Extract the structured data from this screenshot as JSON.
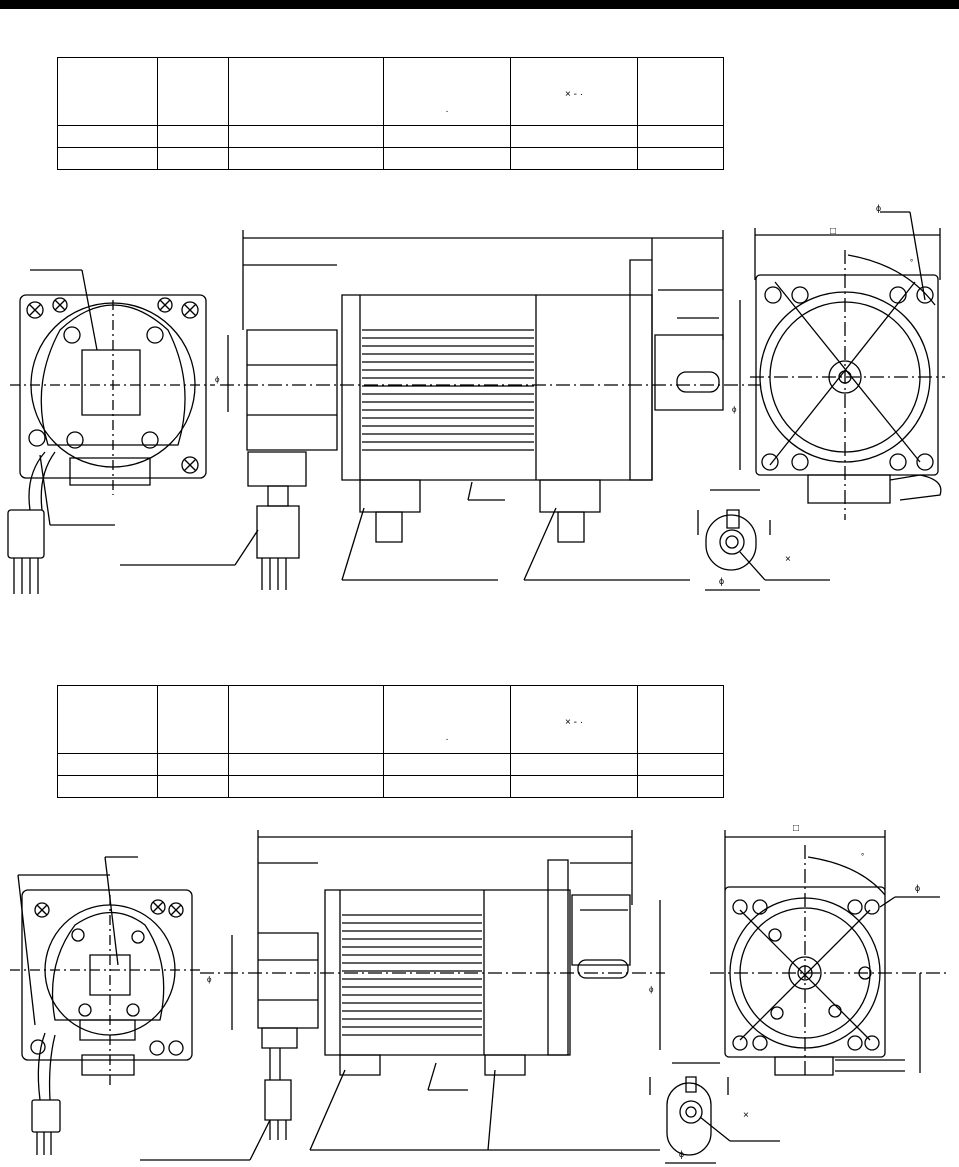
{
  "tables": [
    {
      "name": "spec-table-1",
      "head": [
        "",
        "",
        "",
        "·",
        "× - ·",
        ""
      ],
      "rows": [
        [
          "",
          "",
          "",
          "",
          "",
          ""
        ],
        [
          "",
          "",
          "",
          "",
          "",
          ""
        ]
      ]
    },
    {
      "name": "spec-table-2",
      "head": [
        "",
        "",
        "",
        "·",
        "× - ·",
        ""
      ],
      "rows": [
        [
          "",
          "",
          "",
          "",
          "",
          ""
        ],
        [
          "",
          "",
          "",
          "",
          "",
          ""
        ]
      ]
    }
  ],
  "drawing1": {
    "square_symbol": "□",
    "phi_symbols": [
      "ϕ",
      "ϕ",
      "ϕ",
      "ϕ"
    ],
    "times_symbol": "×",
    "degree_symbol": "°"
  },
  "drawing2": {
    "square_symbol": "□",
    "phi_symbols": [
      "ϕ",
      "ϕ",
      "ϕ",
      "ϕ"
    ],
    "times_symbol": "×",
    "degree_symbol": "°"
  }
}
